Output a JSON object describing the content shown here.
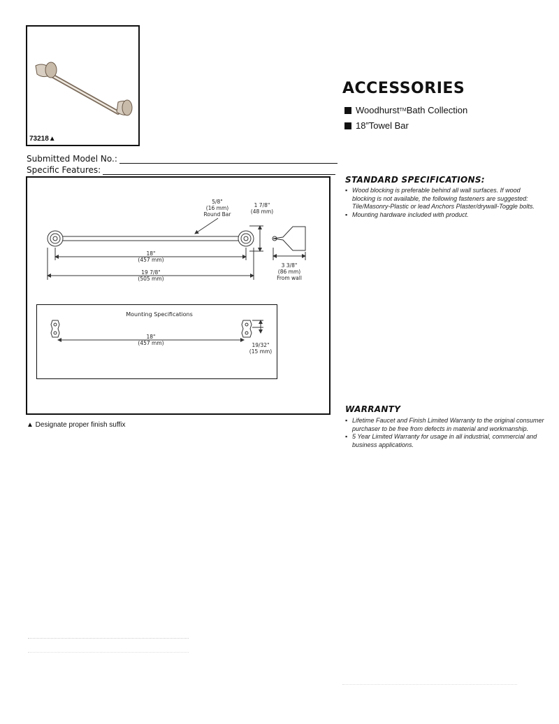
{
  "product_box": {
    "model_number": "73218▲"
  },
  "form": {
    "submitted_model_label": "Submitted Model No.:",
    "specific_features_label": "Specific Features:"
  },
  "header": {
    "title": "ACCESSORIES",
    "features": [
      {
        "text": "Woodhurst",
        "sup": "TM",
        "suffix": " Bath Collection"
      },
      {
        "text": "18”Towel Bar",
        "sup": "",
        "suffix": ""
      }
    ]
  },
  "drawing": {
    "round_bar": [
      "5/8\"",
      "(16 mm)",
      "Round Bar"
    ],
    "height": [
      "1 7/8\"",
      "(48 mm)"
    ],
    "center": [
      "18\"",
      "(457 mm)"
    ],
    "overall": [
      "19 7/8\"",
      "(505 mm)"
    ],
    "projection": [
      "3 3/8\"",
      "(86 mm)",
      "From wall"
    ],
    "mounting_title": "Mounting Specifications",
    "mount_center": [
      "18\"",
      "(457 mm)"
    ],
    "mount_offset": [
      "19/32\"",
      "(15 mm)"
    ]
  },
  "finish_note": "▲ Designate proper finish suffix",
  "standard_specs": {
    "title": "STANDARD SPECIFICATIONS:",
    "items": [
      "Wood blocking is preferable behind all wall surfaces. If wood blocking is not available, the following fasteners are suggested: Tile/Masonry-Plastic or lead Anchors Plaster/drywall-Toggle bolts.",
      "Mounting hardware included with product."
    ]
  },
  "warranty": {
    "title": "WARRANTY",
    "items": [
      "Lifetime Faucet and Finish Limited Warranty to the original consumer purchaser to be free from defects in material and workmanship.",
      "5 Year Limited Warranty for usage in all industrial, commercial and business applications."
    ]
  }
}
